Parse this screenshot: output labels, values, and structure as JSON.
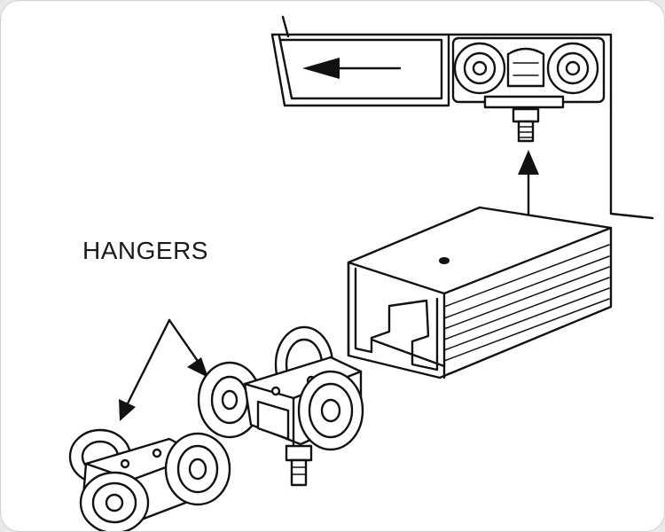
{
  "diagram": {
    "label": "HANGERS",
    "colors": {
      "line": "#111111",
      "background": "#ffffff"
    },
    "parts": [
      "door-with-trolley",
      "track-rail",
      "hanger-pair",
      "direction-arrow",
      "up-arrow"
    ]
  }
}
